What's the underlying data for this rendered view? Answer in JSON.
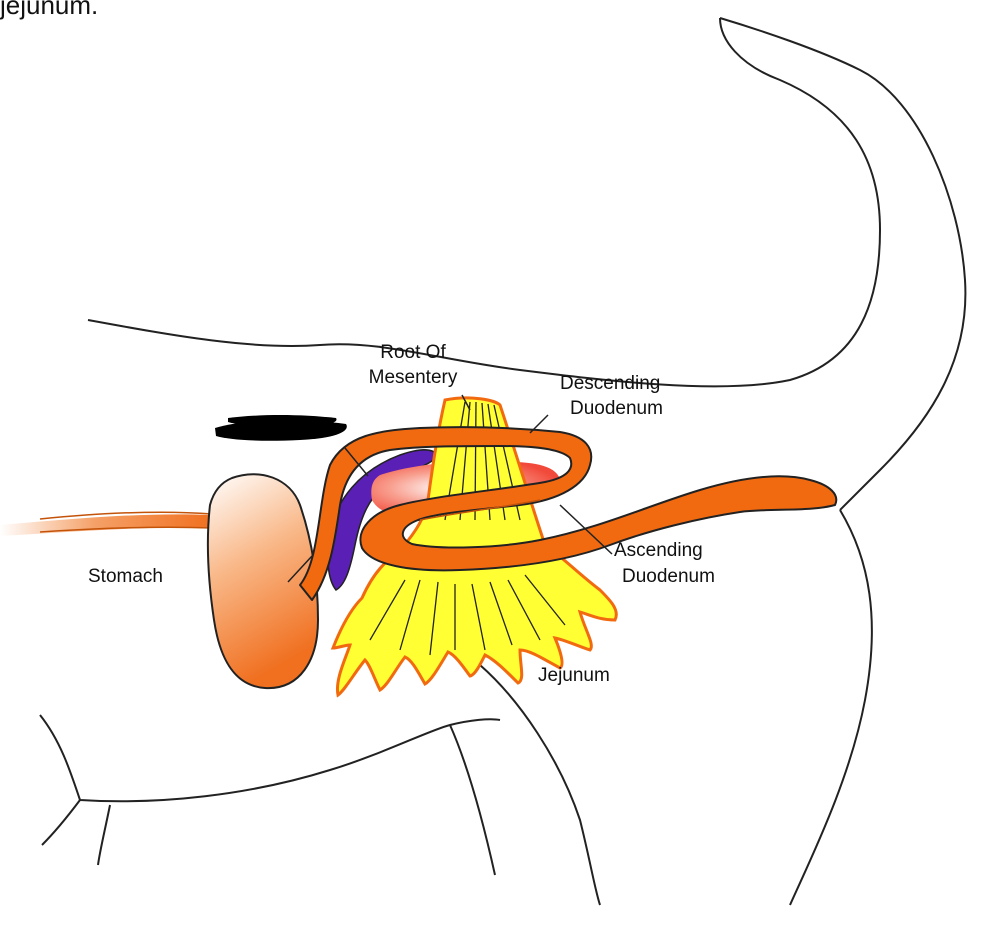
{
  "title_fragment": "jejunum.",
  "labels": {
    "root_line1": "Root Of",
    "root_line2": "Mesentery",
    "desc_line1": "Descending",
    "desc_line2": "Duodenum",
    "asc_line1": "Ascending",
    "asc_line2": "Duodenum",
    "stomach": "Stomach",
    "jejunum": "Jejunum"
  },
  "colors": {
    "intestine": "#f26a10",
    "intestine_dark": "#c4530a",
    "mesentery": "#ffff33",
    "pancreas": "#5a1fb5",
    "duodenal_flush": "#f24a3a",
    "outline": "#222222",
    "redaction": "#000000"
  }
}
